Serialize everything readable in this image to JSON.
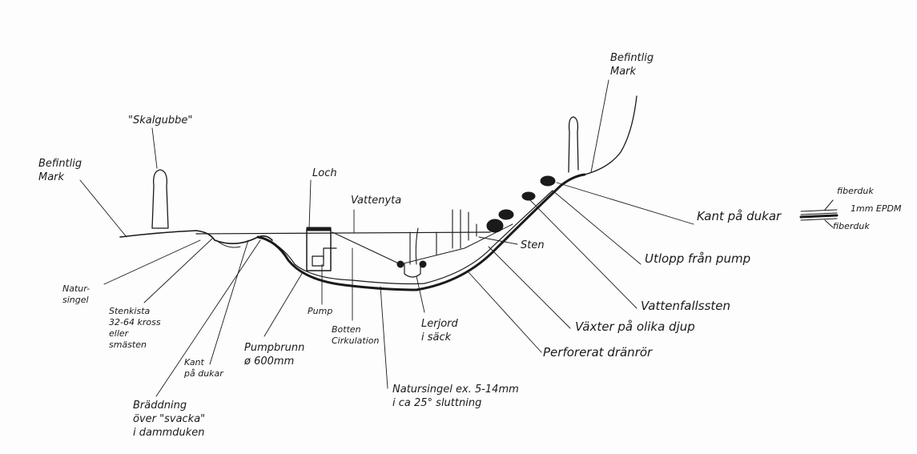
{
  "title": "Dammsektion skiss",
  "labels": {
    "skalgubbe": "\"Skalgubbe\"",
    "befintlig_mark_left": [
      "Befintlig",
      "Mark"
    ],
    "befintlig_mark_right": [
      "Befintlig",
      "Mark"
    ],
    "loch": "Loch",
    "vattenyta": "Vattenyta",
    "kant_pa_dukar_right": "Kant på dukar",
    "layers": [
      "fiberduk",
      "1mm EPDM",
      "fiberduk"
    ],
    "sten": "Sten",
    "utlopp": "Utlopp från pump",
    "vattenfallssten": "Vattenfallssten",
    "vaxter": "Växter på olika djup",
    "dranror": "Perforerat dränrör",
    "lerjord": [
      "Lerjord",
      "i säck"
    ],
    "natursingel_slope": [
      "Natursingel ex. 5-14mm",
      "i ca 25° sluttning"
    ],
    "botten": [
      "Botten",
      "Cirkulation"
    ],
    "pump": "Pump",
    "pumpbrunn": [
      "Pumpbrunn",
      "ø 600mm"
    ],
    "kant_pa_dukar_left": [
      "Kant",
      "på dukar"
    ],
    "braddning": [
      "Bräddning",
      "över \"svacka\"",
      "i dammduken"
    ],
    "stenkista": [
      "Stenkista",
      "32-64 kross",
      "eller",
      "smästen"
    ],
    "natursingel_left": [
      "Natur-",
      "singel"
    ]
  }
}
